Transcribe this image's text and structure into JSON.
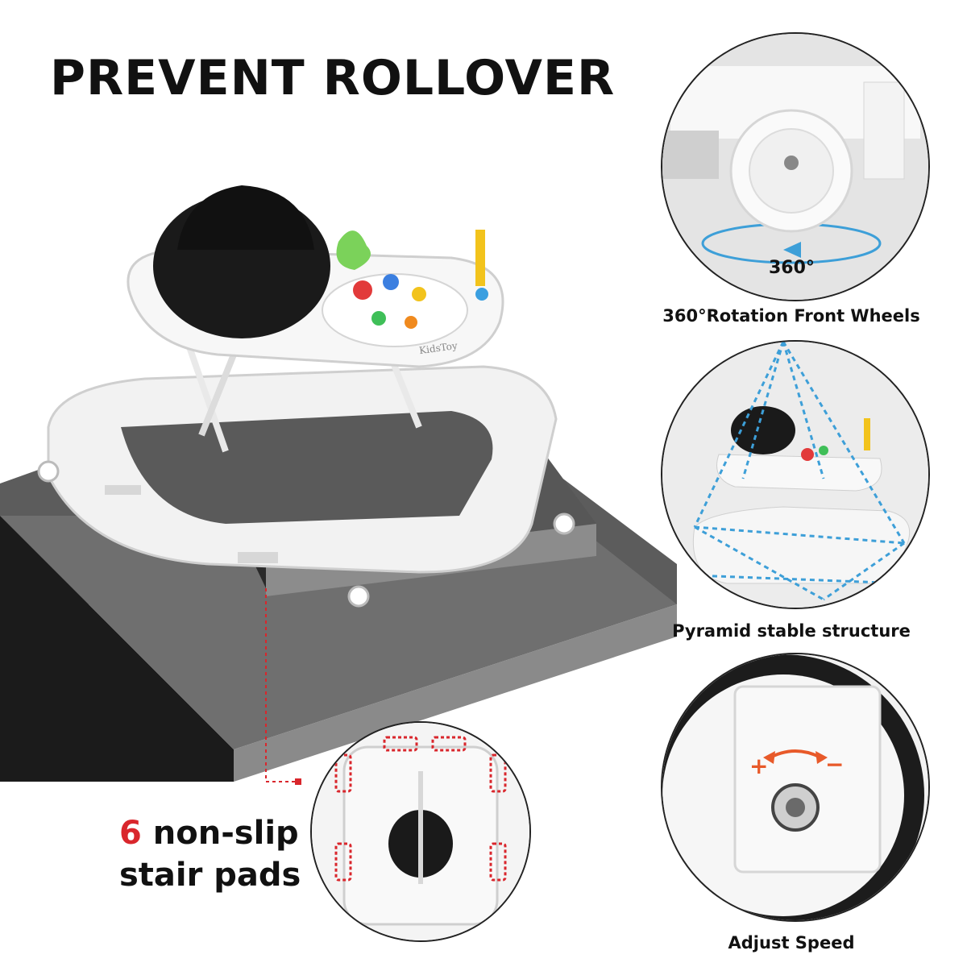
{
  "headline": "PREVENT ROLLOVER",
  "captions": {
    "wheels": "360°Rotation Front Wheels",
    "pyramid": "Pyramid stable structure",
    "speed": "Adjust Speed"
  },
  "wheel_badge": "360°",
  "stair_pads": {
    "number": "6",
    "line1_rest": " non-slip",
    "line2": "stair pads"
  },
  "speed_signs": {
    "plus": "+",
    "minus": "−"
  },
  "brand": "KidsToy",
  "colors": {
    "accent_red": "#d9262c",
    "seat_black": "#1a1a1a",
    "frame_white": "#f2f2f2",
    "stair_gray": "#6e6e6e",
    "dash_blue": "#3d9fd8",
    "arrow_orange": "#e85a2a"
  }
}
